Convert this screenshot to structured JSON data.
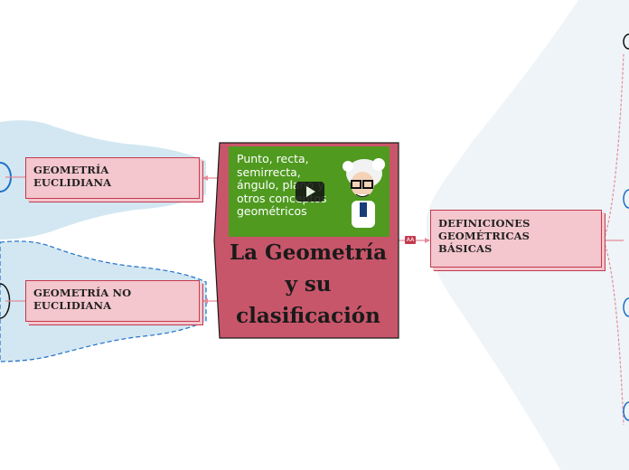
{
  "central": {
    "title": "La Geometría y su clasificación"
  },
  "video": {
    "text": "Punto, recta, semirrecta, ángulo, plano y otros conceptos geométricos"
  },
  "topics": {
    "euclidiana": "GEOMETRÍA EUCLIDIANA",
    "no_euclidiana": "GEOMETRÍA NO EUCLIDIANA",
    "definiciones": "DEFINICIONES GEOMÉTRICAS BÁSICAS"
  },
  "badge": "AA",
  "colors": {
    "central_fill": "#c8566a",
    "topic_fill": "#f4c6cd",
    "topic_border": "#c23a4e",
    "branch_bg": "#dcecf5",
    "video_bg": "#4f9a1f"
  }
}
